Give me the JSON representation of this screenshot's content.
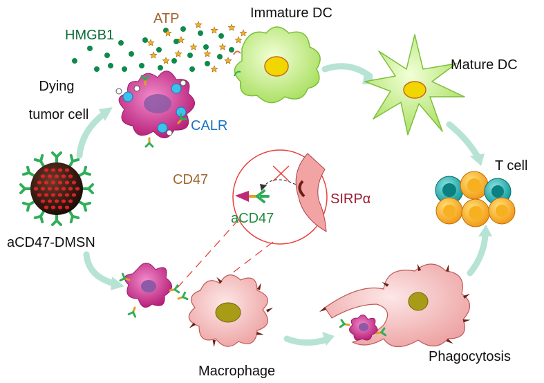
{
  "labels": {
    "atp": "ATP",
    "immature_dc": "Immature DC",
    "hmgb1": "HMGB1",
    "mature_dc": "Mature DC",
    "dying_tumor_cell_line1": "Dying",
    "dying_tumor_cell_line2": "tumor cell",
    "calr": "CALR",
    "cd47": "CD47",
    "sirpa": "SIRPα",
    "acd47": "aCD47",
    "t_cell": "T cell",
    "acd47_dmsn": "aCD47-DMSN",
    "macrophage": "Macrophage",
    "phagocytosis": "Phagocytosis"
  },
  "colors": {
    "atp": "#a0672e",
    "hmgb1": "#0b6b3a",
    "calr": "#1a73c0",
    "cd47": "#a0672e",
    "sirpa": "#9b1b30",
    "acd47": "#1e8a3a",
    "arrow": "#b6e3d4",
    "dc_fill": "#c6ef8a",
    "dc_stroke": "#7bbf3a",
    "tumor_fill": "#d23c96",
    "macrophage_fill": "#f4b9b9",
    "nucleus_yellow": "#f2d600",
    "nucleus_olive": "#a89c16"
  }
}
